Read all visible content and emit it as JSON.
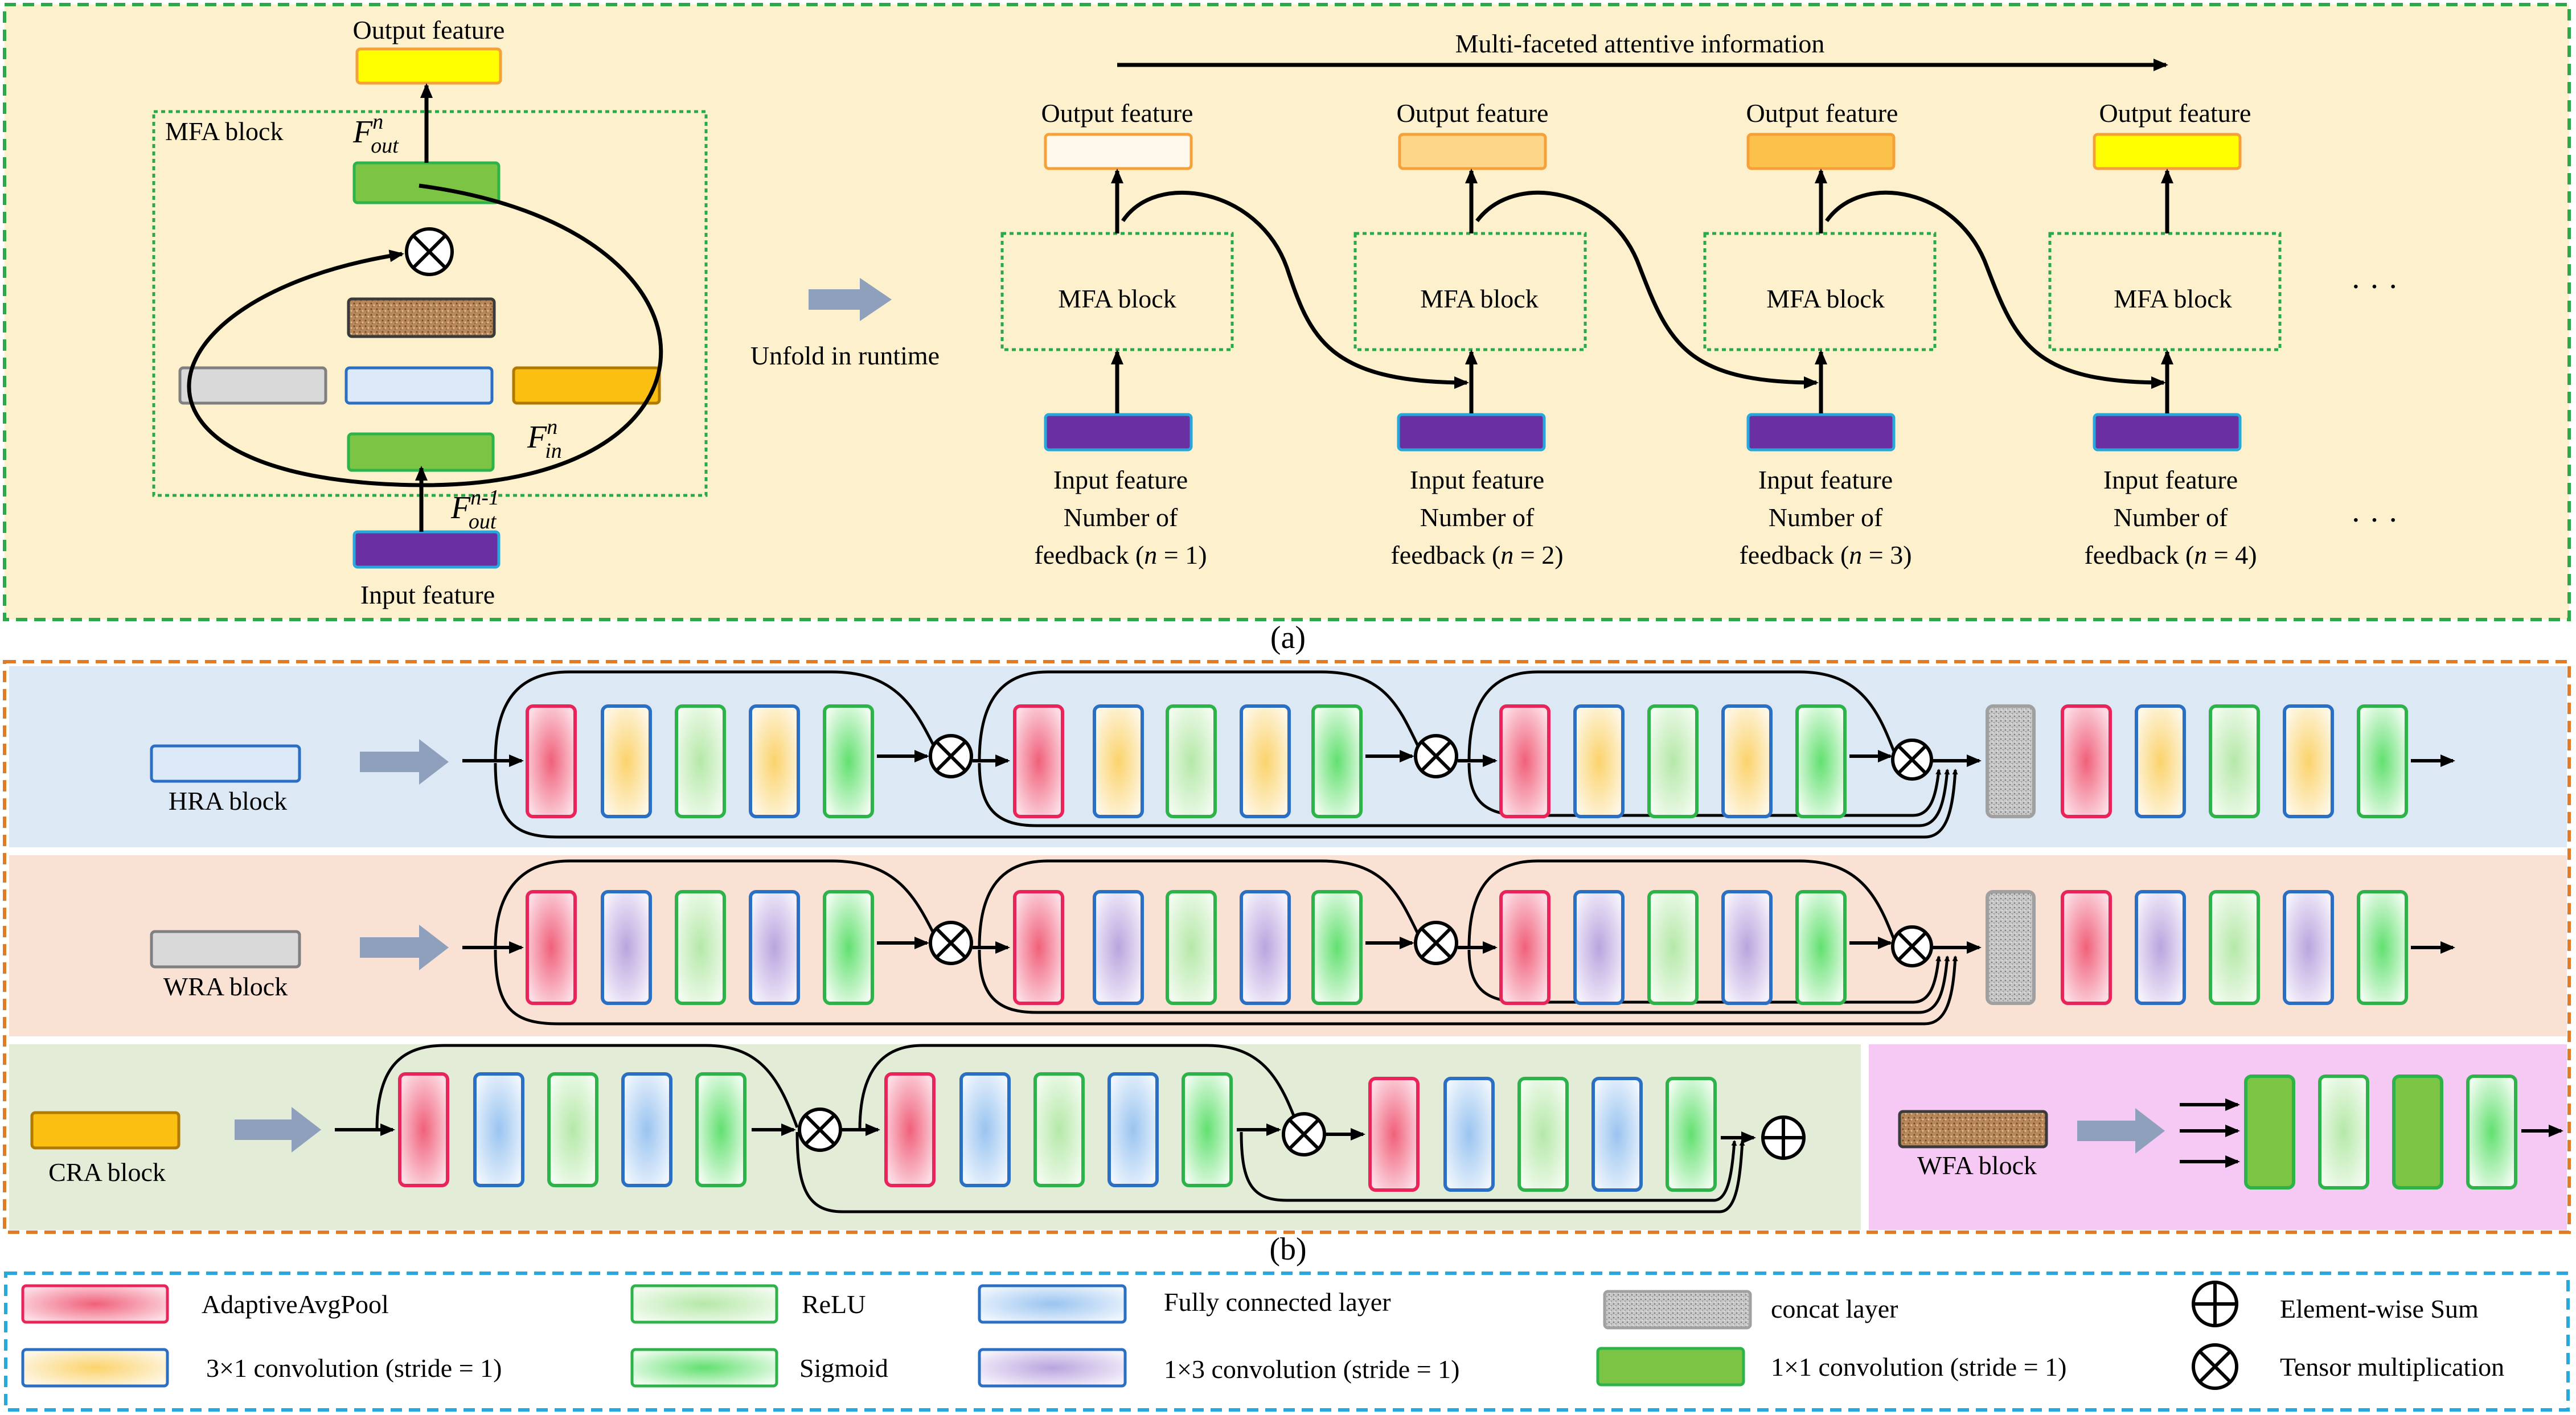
{
  "panel_a": {
    "output_feature": "Output feature",
    "mfa_block": "MFA block",
    "input_feature": "Input feature",
    "f_sym": "F",
    "f_out_sup": "n",
    "f_out_sub": "out",
    "f_in_sup": "n",
    "f_in_sub": "in",
    "f_prev_sup": "n-1",
    "f_prev_sub": "out",
    "unfold_label": "Unfold in runtime",
    "multi_label": "Multi-faceted attentive information",
    "number_of": "Number of",
    "feedback_word": "feedback (",
    "n_var": "n",
    "n_eq_close": [
      " = 1)",
      " = 2)",
      " = 3)",
      " = 4)"
    ],
    "ellipsis": "· · ·",
    "caption": "(a)"
  },
  "panel_b": {
    "hra_label": "HRA block",
    "wra_label": "WRA block",
    "cra_label": "CRA block",
    "wfa_label": "WFA block",
    "caption": "(b)"
  },
  "legend": {
    "adaptive_avg_pool": "AdaptiveAvgPool",
    "conv_3x1": "3×1 convolution (stride = 1)",
    "relu": "ReLU",
    "sigmoid": "Sigmoid",
    "fully_connected": "Fully connected layer",
    "conv_1x3": "1×3 convolution (stride = 1)",
    "concat": "concat layer",
    "conv_1x1": "1×1 convolution (stride = 1)",
    "element_sum": "Element-wise Sum",
    "tensor_mult": "Tensor multiplication"
  },
  "colors": {
    "panel_a_bg": "#fdf0cc",
    "panel_a_border": "#2aa84a",
    "panel_b_border": "#e07b28",
    "hra_bg": "#dce8f4",
    "wra_bg": "#f9e1d3",
    "cra_bg": "#e3ecd6",
    "wfa_bg": "#f6c8f4",
    "legend_border": "#27a8dc",
    "pool": "#e8245a",
    "relu": "#2db34a",
    "fc": "#2a6fc4",
    "conv3x1": "#f6c23e",
    "conv1x3": "#8a6cc4",
    "concat": "#b0b0b0",
    "conv1x1": "#7cc444",
    "output_yellow": "#ffff00",
    "input_purple": "#6a2fa0",
    "flow_arrow": "#8ea0bc"
  },
  "icons": {
    "element_sum": "circle-plus-icon",
    "tensor_mult": "circle-times-icon",
    "flow_arrow": "block-arrow-icon"
  }
}
